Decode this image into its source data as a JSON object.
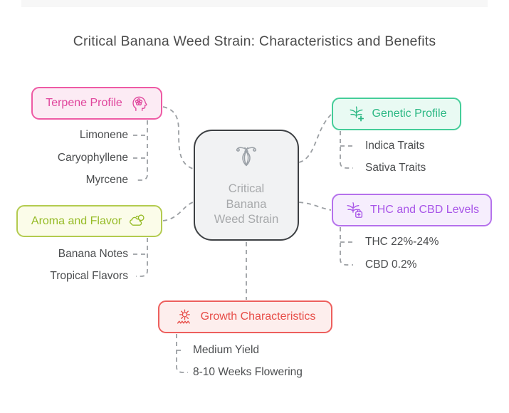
{
  "page": {
    "title": "Critical Banana Weed Strain: Characteristics and Benefits"
  },
  "center": {
    "label": "Critical\nBanana\nWeed Strain",
    "icon": "hop-flower-icon"
  },
  "branches": [
    {
      "id": "terpene",
      "label": "Terpene Profile",
      "icon": "head-flower-icon",
      "color": "#e0459c",
      "border": "#ee5aa4",
      "fill": "#fcebf4",
      "items": [
        "Limonene",
        "Caryophyllene",
        "Myrcene"
      ]
    },
    {
      "id": "genetic",
      "label": "Genetic Profile",
      "icon": "cannabis-leaf-plus-icon",
      "color": "#2bb884",
      "border": "#44cd99",
      "fill": "#e9faf3",
      "items": [
        "Indica Traits",
        "Sativa Traits"
      ]
    },
    {
      "id": "aroma",
      "label": "Aroma and Flavor",
      "icon": "aroma-dish-icon",
      "color": "#96bb26",
      "border": "#b3cb4f",
      "fill": "#fbfce9",
      "items": [
        "Banana Notes",
        "Tropical Flavors"
      ]
    },
    {
      "id": "thc",
      "label": "THC and CBD Levels",
      "icon": "cannabis-bag-icon",
      "color": "#a855e8",
      "border": "#b571ec",
      "fill": "#f6eefd",
      "items": [
        "THC 22%-24%",
        "CBD 0.2%"
      ]
    },
    {
      "id": "growth",
      "label": "Growth Characteristics",
      "icon": "sun-ground-icon",
      "color": "#e74d48",
      "border": "#ed5f5d",
      "fill": "#fdeeed",
      "items": [
        "Medium Yield",
        "8-10 Weeks Flowering"
      ]
    }
  ],
  "colors": {
    "connector": "#9b9fa3",
    "item_text": "#4b4d4f",
    "title_text": "#4c4c4c",
    "center_border": "#3d4043",
    "center_fill": "#f1f2f3",
    "center_text": "#a7a9ab"
  }
}
